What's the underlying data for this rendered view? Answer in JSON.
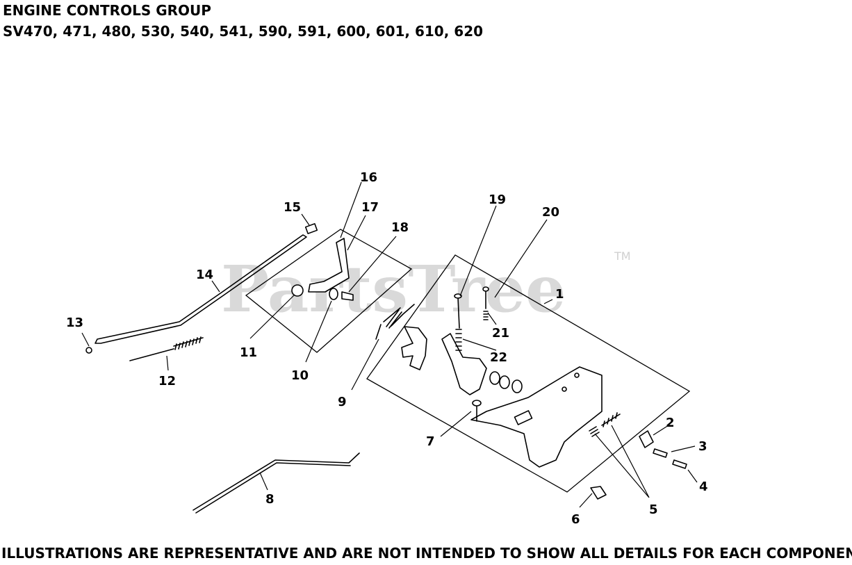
{
  "header": {
    "title": "ENGINE CONTROLS GROUP",
    "models": "SV470, 471, 480, 530, 540, 541, 590, 591, 600, 601, 610, 620"
  },
  "watermark": {
    "text": "PartsTree",
    "trademark": "TM"
  },
  "callouts": {
    "c1": "1",
    "c2": "2",
    "c3": "3",
    "c4": "4",
    "c5": "5",
    "c6": "6",
    "c7": "7",
    "c8": "8",
    "c9": "9",
    "c10": "10",
    "c11": "11",
    "c12": "12",
    "c13": "13",
    "c14": "14",
    "c15": "15",
    "c16": "16",
    "c17": "17",
    "c18": "18",
    "c19": "19",
    "c20": "20",
    "c21": "21",
    "c22": "22"
  },
  "footer": {
    "disclaimer": "ILLUSTRATIONS ARE REPRESENTATIVE AND ARE NOT INTENDED TO SHOW ALL DETAILS FOR EACH COMPONENT"
  }
}
